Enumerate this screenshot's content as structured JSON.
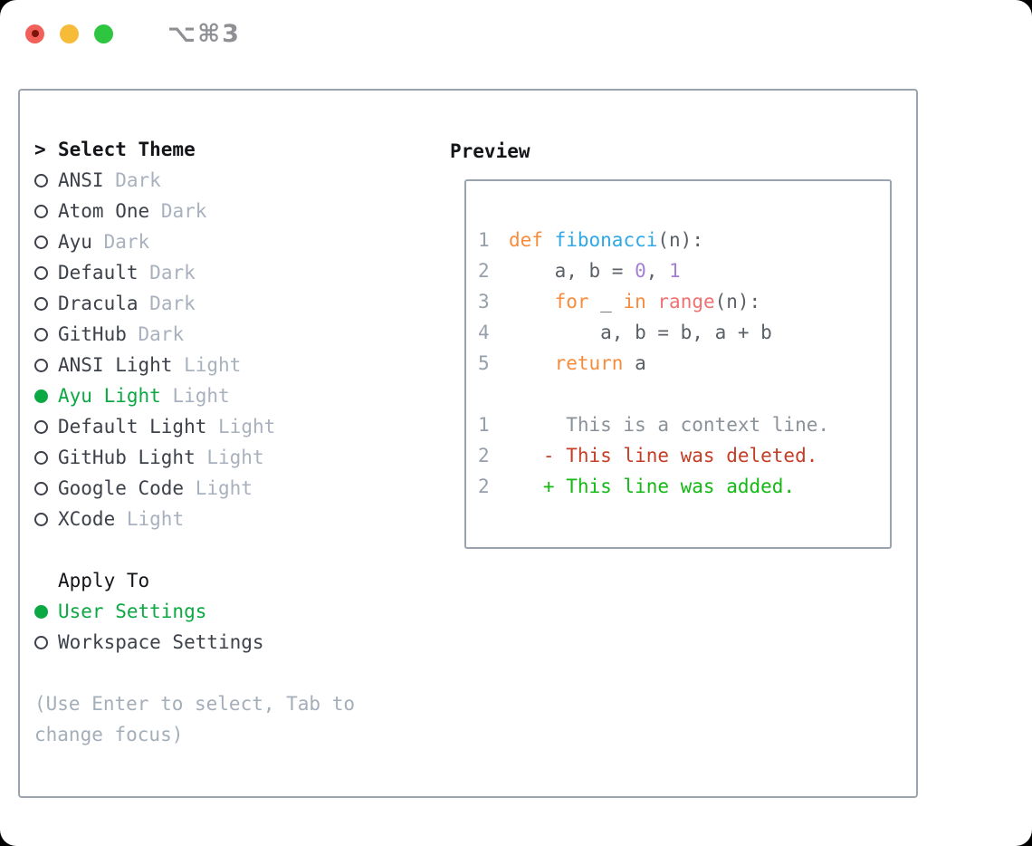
{
  "window": {
    "titlebar_shortcut": "⌥⌘3"
  },
  "theme_selector": {
    "header_prefix": ">",
    "header": "Select Theme",
    "items": [
      {
        "name": "ANSI",
        "variant": "Dark",
        "selected": false
      },
      {
        "name": "Atom One",
        "variant": "Dark",
        "selected": false
      },
      {
        "name": "Ayu",
        "variant": "Dark",
        "selected": false
      },
      {
        "name": "Default",
        "variant": "Dark",
        "selected": false
      },
      {
        "name": "Dracula",
        "variant": "Dark",
        "selected": false
      },
      {
        "name": "GitHub",
        "variant": "Dark",
        "selected": false
      },
      {
        "name": "ANSI Light",
        "variant": "Light",
        "selected": false
      },
      {
        "name": "Ayu Light",
        "variant": "Light",
        "selected": true
      },
      {
        "name": "Default Light",
        "variant": "Light",
        "selected": false
      },
      {
        "name": "GitHub Light",
        "variant": "Light",
        "selected": false
      },
      {
        "name": "Google Code",
        "variant": "Light",
        "selected": false
      },
      {
        "name": "XCode",
        "variant": "Light",
        "selected": false
      }
    ]
  },
  "apply_to": {
    "header": "Apply To",
    "options": [
      {
        "label": "User Settings",
        "selected": true
      },
      {
        "label": "Workspace Settings",
        "selected": false
      }
    ]
  },
  "help_text": "(Use Enter to select, Tab to change focus)",
  "preview": {
    "header": "Preview",
    "code_lines": [
      {
        "num": "1",
        "tokens": [
          {
            "t": "def",
            "c": "kw"
          },
          {
            "t": " ",
            "c": "fg"
          },
          {
            "t": "fibonacci",
            "c": "fn"
          },
          {
            "t": "(n):",
            "c": "fg"
          }
        ]
      },
      {
        "num": "2",
        "tokens": [
          {
            "t": "    a, b = ",
            "c": "fg"
          },
          {
            "t": "0",
            "c": "num"
          },
          {
            "t": ", ",
            "c": "fg"
          },
          {
            "t": "1",
            "c": "num"
          }
        ]
      },
      {
        "num": "3",
        "tokens": [
          {
            "t": "    ",
            "c": "fg"
          },
          {
            "t": "for",
            "c": "kw"
          },
          {
            "t": " _ ",
            "c": "fg"
          },
          {
            "t": "in",
            "c": "kw"
          },
          {
            "t": " ",
            "c": "fg"
          },
          {
            "t": "range",
            "c": "builtin"
          },
          {
            "t": "(n):",
            "c": "fg"
          }
        ]
      },
      {
        "num": "4",
        "tokens": [
          {
            "t": "        a, b = b, a + b",
            "c": "fg"
          }
        ]
      },
      {
        "num": "5",
        "tokens": [
          {
            "t": "    ",
            "c": "fg"
          },
          {
            "t": "return",
            "c": "kw"
          },
          {
            "t": " a",
            "c": "fg"
          }
        ]
      }
    ],
    "diff_lines": [
      {
        "num": "1",
        "marker": " ",
        "text": "This is a context line.",
        "kind": "context"
      },
      {
        "num": "2",
        "marker": "-",
        "text": "This line was deleted.",
        "kind": "deleted"
      },
      {
        "num": "2",
        "marker": "+",
        "text": "This line was added.",
        "kind": "added"
      }
    ]
  },
  "colors": {
    "page_bg": "#000000",
    "window_bg": "#ffffff",
    "border": "#9aa3ae",
    "titlebar_fg": "#8e9094",
    "traffic_red": "#f2605a",
    "traffic_red_dot": "#7e150d",
    "traffic_yellow": "#f7bb3a",
    "traffic_green": "#2ec541",
    "header_fg": "#131519",
    "item_fg": "#3d4149",
    "variant_fg": "#a8b1bd",
    "muted_fg": "#a4aeb9",
    "accent_green": "#0ca844",
    "code_fg": "#5a6066",
    "gutter_fg": "#97a0aa",
    "kw": "#f78c3d",
    "fn": "#2ea8e6",
    "num": "#a57fd4",
    "builtin": "#f07171",
    "diff_context": "#8a9199",
    "diff_deleted": "#c43e26",
    "diff_added": "#14b914"
  }
}
